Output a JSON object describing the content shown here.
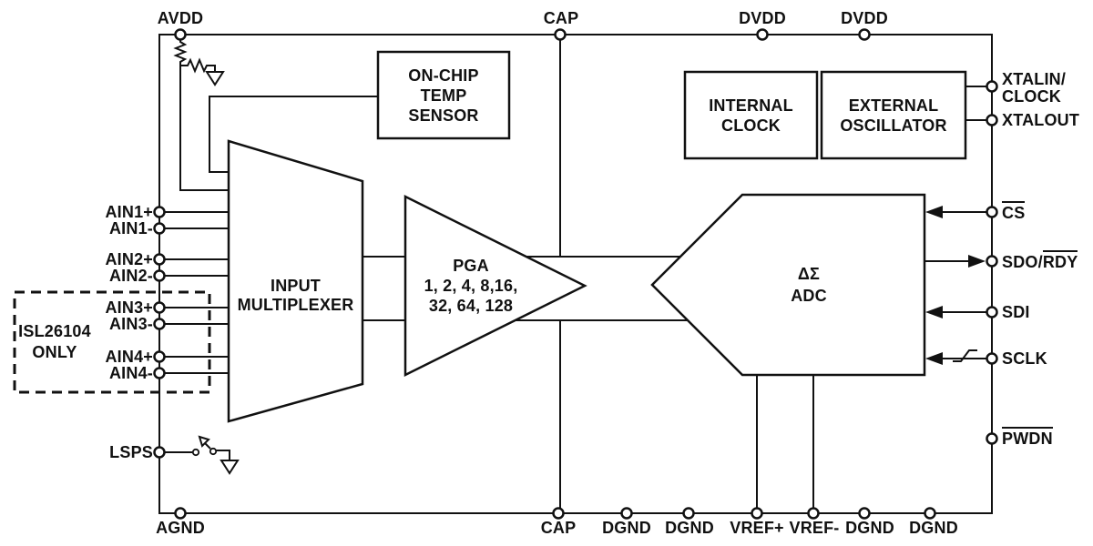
{
  "chip": {
    "colors": {
      "line": "#111111",
      "background": "#ffffff"
    },
    "pins": {
      "top": {
        "avdd": "AVDD",
        "cap": "CAP",
        "dvdd1": "DVDD",
        "dvdd2": "DVDD"
      },
      "bottom": {
        "agnd": "AGND",
        "cap": "CAP",
        "dgnd1": "DGND",
        "dgnd2": "DGND",
        "vrefp": "VREF+",
        "vrefn": "VREF-",
        "dgnd3": "DGND",
        "dgnd4": "DGND"
      },
      "left": {
        "ain1p": "AIN1+",
        "ain1n": "AIN1-",
        "ain2p": "AIN2+",
        "ain2n": "AIN2-",
        "ain3p": "AIN3+",
        "ain3n": "AIN3-",
        "ain4p": "AIN4+",
        "ain4n": "AIN4-",
        "lsps": "LSPS"
      },
      "right": {
        "xtalin_line1": "XTALIN/",
        "xtalin_line2": "CLOCK",
        "xtalout": "XTALOUT",
        "cs": "CS",
        "sdo_prefix": "SDO/",
        "sdo_overlined": "RDY",
        "sdi": "SDI",
        "sclk": "SCLK",
        "pwdn": "PWDN"
      }
    },
    "blocks": {
      "temp_sensor": {
        "line1": "ON-CHIP",
        "line2": "TEMP",
        "line3": "SENSOR"
      },
      "internal_clock": {
        "line1": "INTERNAL",
        "line2": "CLOCK"
      },
      "external_oscillator": {
        "line1": "EXTERNAL",
        "line2": "OSCILLATOR"
      },
      "input_multiplexer": {
        "line1": "INPUT",
        "line2": "MULTIPLEXER"
      },
      "pga": {
        "line1": "PGA",
        "line2": "1, 2, 4, 8,16,",
        "line3": "32, 64, 128"
      },
      "adc": {
        "line1": "ΔΣ",
        "line2": "ADC"
      }
    },
    "note": {
      "line1": "ISL26104",
      "line2": "ONLY"
    }
  }
}
